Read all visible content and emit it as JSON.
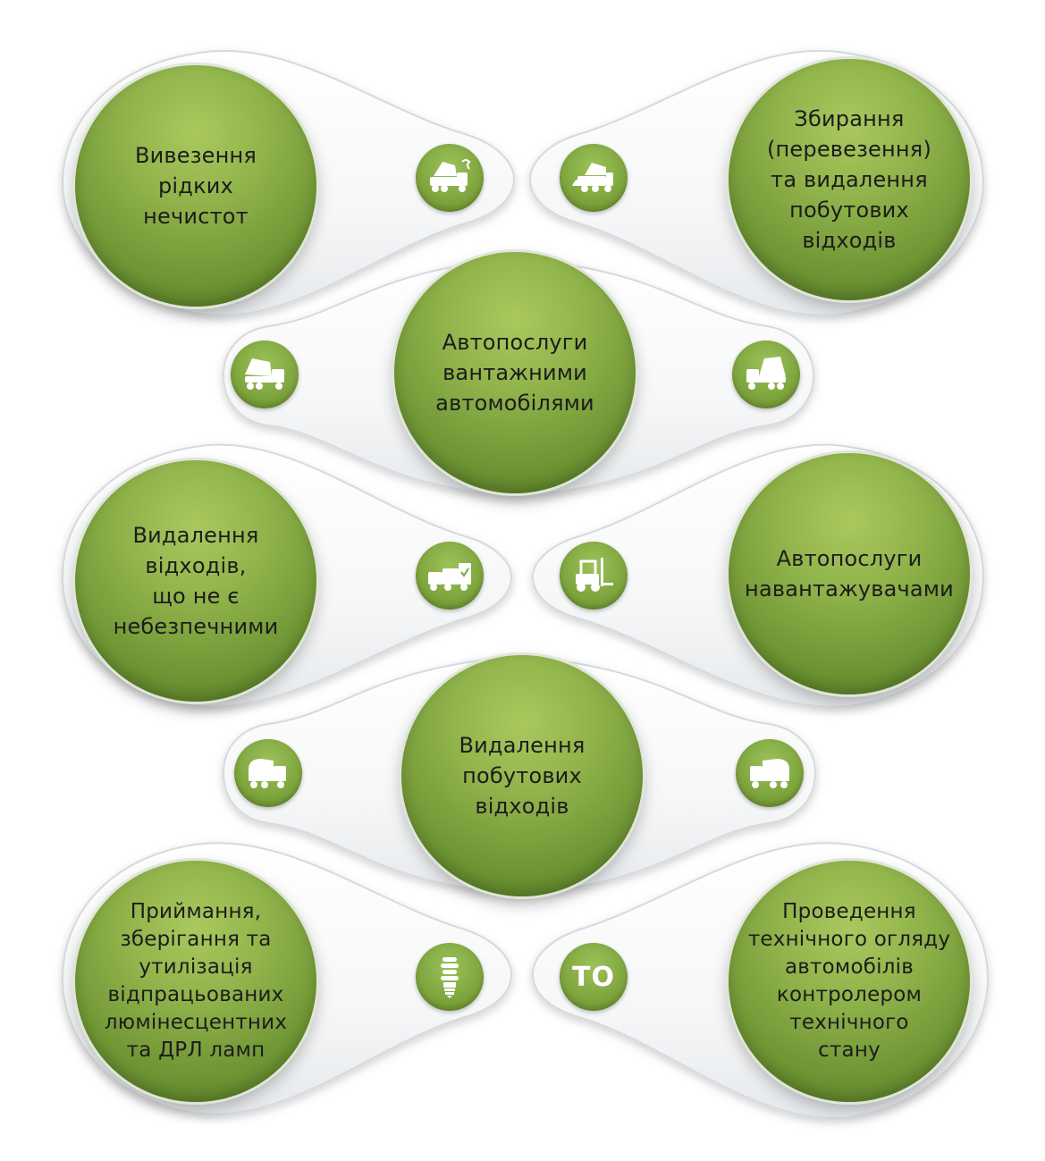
{
  "services": {
    "liquid_waste": "Вивезення\nрідких\nнечистот",
    "household_collection": "Збирання\n(перевезення)\nта видалення\nпобутових\nвідходів",
    "truck_services": "Автопослуги\nвантажними\nавтомобілями",
    "nonhazardous_waste": "Видалення\nвідходів,\nщо не є\nнебезпечними",
    "loader_services": "Автопослуги\nнавантажувачами",
    "household_removal": "Видалення\nпобутових\nвідходів",
    "lamp_recycling": "Приймання,\nзберігання та\nутилізація\nвідпрацьованих\nлюмінесцентних\nта ДРЛ ламп",
    "tech_inspection": "Проведення\nтехнічного огляду\nавтомобілів\nконтролером\nтехнічного\nстану"
  },
  "icons": {
    "to_badge": "ТО",
    "names": [
      "dump-truck-icon",
      "garbage-truck-icon",
      "dump-truck-icon",
      "dump-truck-icon",
      "waste-train-icon",
      "forklift-icon",
      "garbage-truck-icon",
      "garbage-truck-icon",
      "lamp-bulb-icon",
      "to-badge-icon"
    ]
  },
  "colors": {
    "circle_green": "#7ea43d",
    "circle_dark": "#4f7420",
    "connector_gray": "#d9dde2",
    "text": "#1c1c1c"
  }
}
